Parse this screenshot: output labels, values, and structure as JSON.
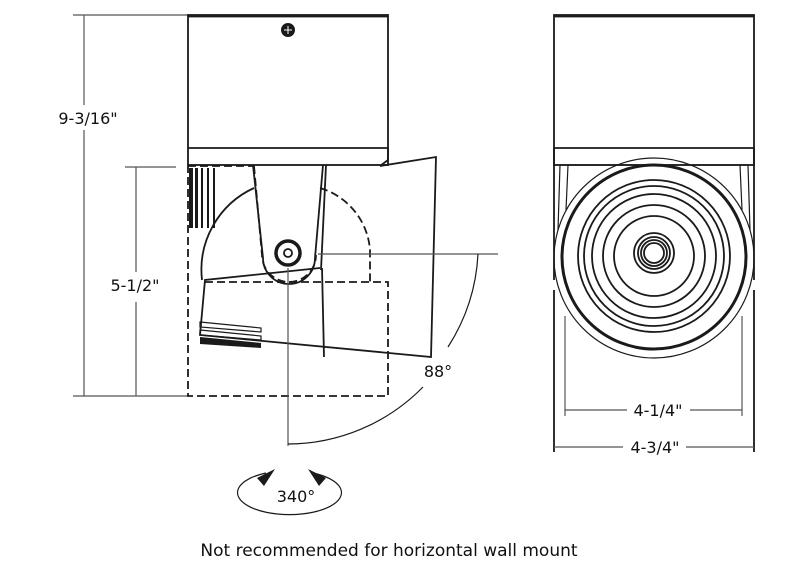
{
  "drawing": {
    "side_view": {
      "overall_height_label": "9-3/16\"",
      "lower_height_label": "5-1/2\"",
      "tilt_angle_label": "88°",
      "rotation_label": "340°"
    },
    "front_view": {
      "inner_width_label": "4-1/4\"",
      "outer_width_label": "4-3/4\""
    },
    "note": "Not recommended for horizontal wall mount",
    "colors": {
      "line": "#1a1a1a",
      "dimension_line": "#555555",
      "background": "#ffffff"
    }
  }
}
